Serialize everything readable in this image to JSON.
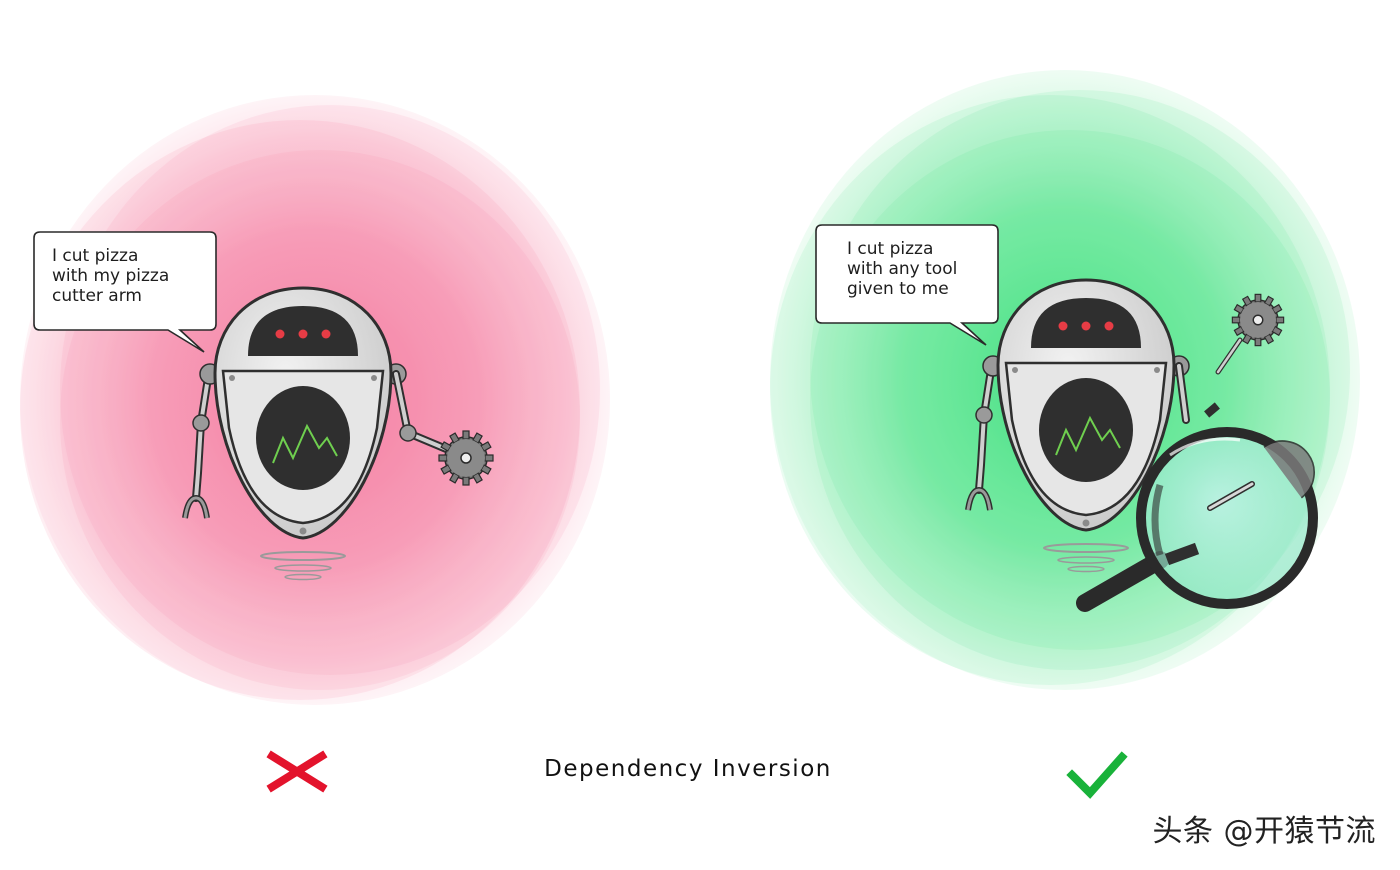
{
  "title": "Dependency Inversion",
  "bad_example": {
    "speech": "I cut pizza\nwith my pizza\ncutter arm",
    "verdict_icon": "red-cross-icon",
    "glow_color": "#f7799e"
  },
  "good_example": {
    "speech": "I cut pizza\nwith any tool\ngiven to me",
    "verdict_icon": "green-check-icon",
    "glow_color": "#3ee07c"
  },
  "watermark": "头条 @开猿节流",
  "colors": {
    "cross": "#e3132c",
    "check": "#19b23a",
    "robot_body": "#d9d9d9",
    "robot_dark": "#2f2f2f",
    "robot_eyes": "#e63c45",
    "screen_wave": "#6fcf4f"
  }
}
